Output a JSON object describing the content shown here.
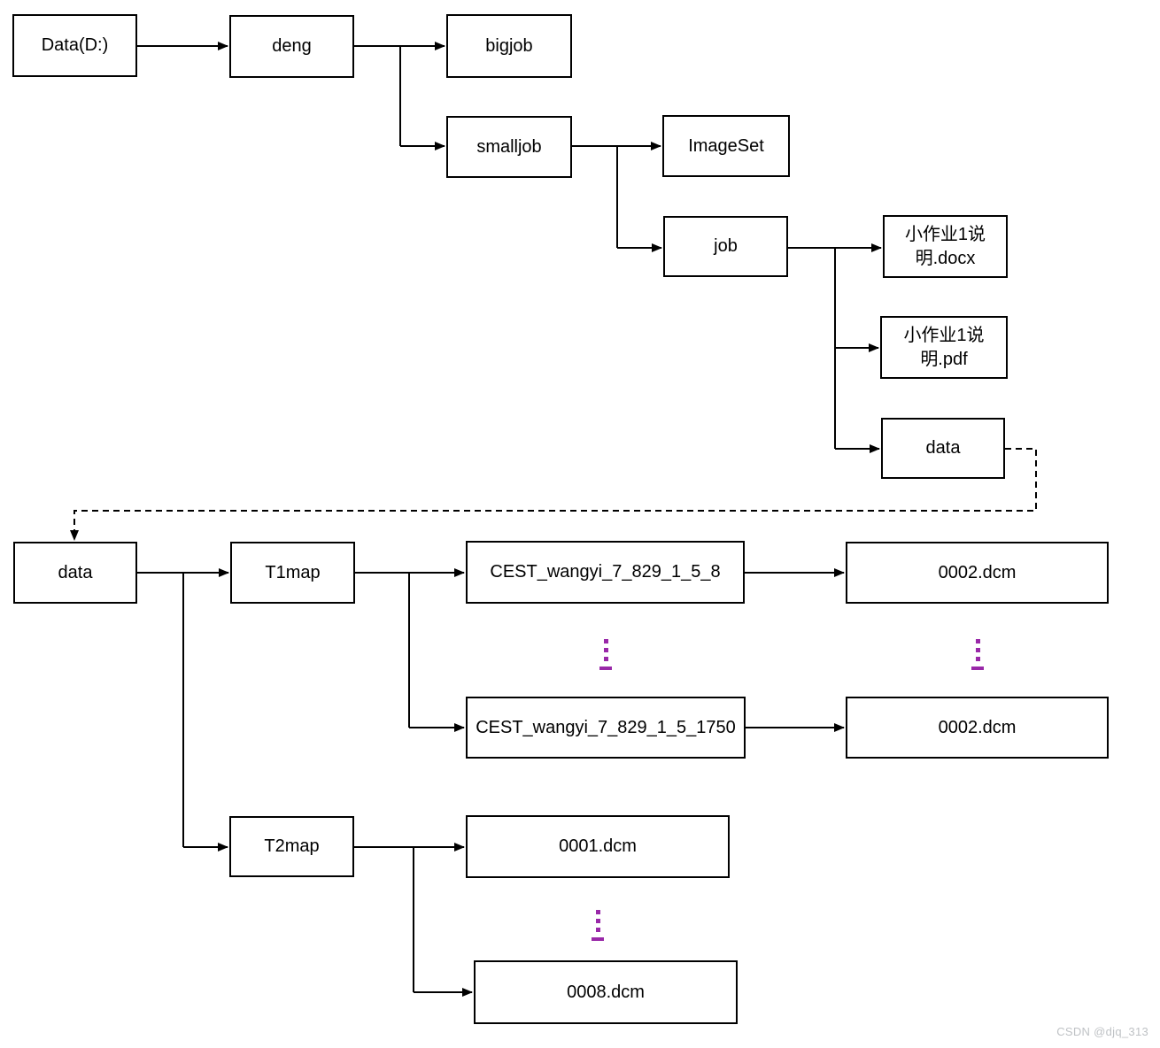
{
  "diagram": {
    "nodes": [
      {
        "id": "drive",
        "label": "Data(D:)"
      },
      {
        "id": "deng",
        "label": "deng"
      },
      {
        "id": "bigjob",
        "label": "bigjob"
      },
      {
        "id": "smalljob",
        "label": "smalljob"
      },
      {
        "id": "imageset",
        "label": "ImageSet"
      },
      {
        "id": "job",
        "label": "job"
      },
      {
        "id": "docx",
        "label": "小作业1说\n明.docx"
      },
      {
        "id": "pdf",
        "label": "小作业1说\n明.pdf"
      },
      {
        "id": "data-job",
        "label": "data"
      },
      {
        "id": "data-root",
        "label": "data"
      },
      {
        "id": "t1map",
        "label": "T1map"
      },
      {
        "id": "cest-8",
        "label": "CEST_wangyi_7_829_1_5_8"
      },
      {
        "id": "dcm-0002-top",
        "label": "0002.dcm"
      },
      {
        "id": "cest-1750",
        "label": "CEST_wangyi_7_829_1_5_1750"
      },
      {
        "id": "dcm-0002-bot",
        "label": "0002.dcm"
      },
      {
        "id": "t2map",
        "label": "T2map"
      },
      {
        "id": "dcm-0001",
        "label": "0001.dcm"
      },
      {
        "id": "dcm-0008",
        "label": "0008.dcm"
      }
    ],
    "ellipsis": {
      "glyph": "⋮",
      "count": 3,
      "color": "#9928a8"
    },
    "colors": {
      "line": "#000000",
      "box_border": "#000000",
      "box_fill": "#ffffff",
      "label_text": "#000000",
      "ellipsis": "#9928a8",
      "watermark_text": "#bfc2c5"
    }
  },
  "watermark": {
    "text": "CSDN @djq_313"
  }
}
